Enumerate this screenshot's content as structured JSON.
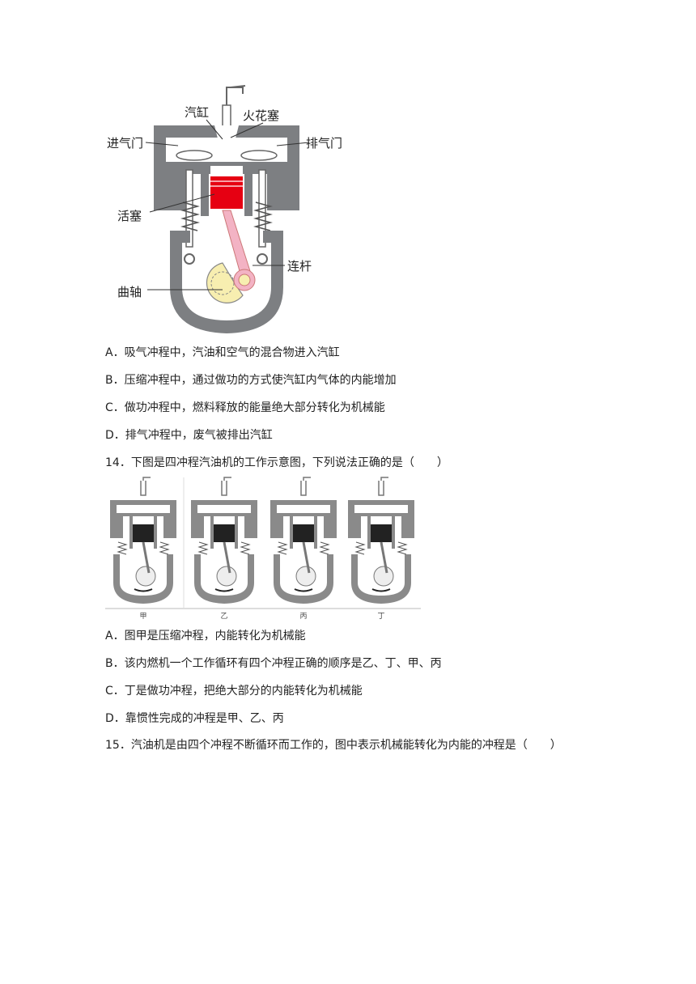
{
  "figure1": {
    "labels": {
      "cylinder": "汽缸",
      "spark_plug": "火花塞",
      "intake_valve": "进气门",
      "exhaust_valve": "排气门",
      "piston": "活塞",
      "connecting_rod": "连杆",
      "crankshaft": "曲轴"
    }
  },
  "q13_options": [
    "A．吸气冲程中，汽油和空气的混合物进入汽缸",
    "B．压缩冲程中，通过做功的方式使汽缸内气体的内能增加",
    "C．做功冲程中，燃料释放的能量绝大部分转化为机械能",
    "D．排气冲程中，废气被排出汽缸"
  ],
  "q14": {
    "stem": "14．下图是四冲程汽油机的工作示意图，下列说法正确的是（　　）",
    "captions": [
      "甲",
      "乙",
      "丙",
      "丁"
    ],
    "options": [
      "A．图甲是压缩冲程，内能转化为机械能",
      "B．该内燃机一个工作循环有四个冲程正确的顺序是乙、丁、甲、丙",
      "C．丁是做功冲程，把绝大部分的内能转化为机械能",
      "D．靠惯性完成的冲程是甲、乙、丙"
    ]
  },
  "q15": {
    "stem": "15．汽油机是由四个冲程不断循环而工作的，图中表示机械能转化为内能的冲程是（　　）"
  },
  "colors": {
    "engine_gray": "#7d7f82",
    "piston_red": "#e60012",
    "rod_pink": "#f3b3c4",
    "crank_yellow": "#f7eeb0"
  }
}
